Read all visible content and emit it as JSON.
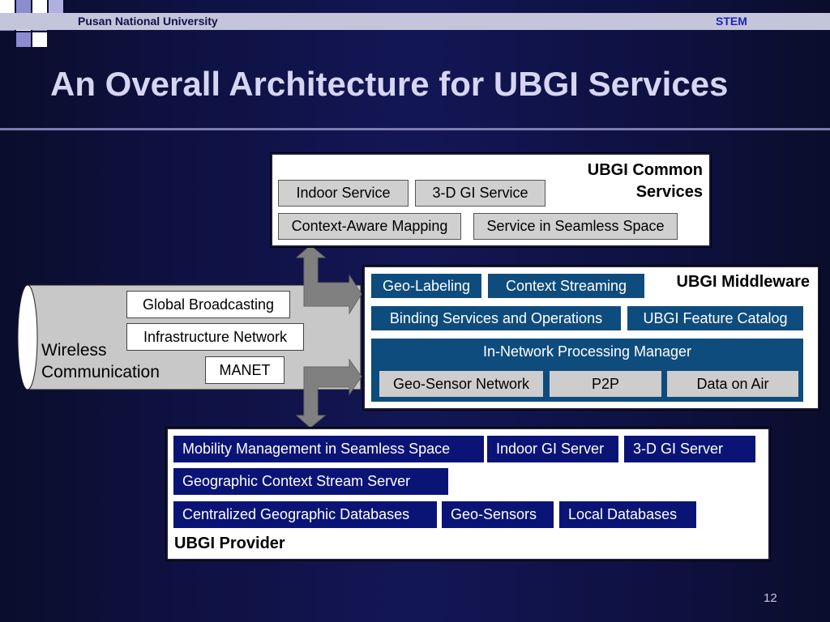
{
  "header": {
    "university": "Pusan National University",
    "stem": "STEM"
  },
  "title": "An Overall Architecture for UBGI Services",
  "common": {
    "title": "UBGI Common Services",
    "items": [
      "Indoor Service",
      "3-D GI Service",
      "Context-Aware Mapping",
      "Service in Seamless Space"
    ]
  },
  "middleware": {
    "title": "UBGI Middleware",
    "items": [
      "Geo-Labeling",
      "Context Streaming",
      "Binding Services and Operations",
      "UBGI Feature Catalog"
    ],
    "processing": {
      "title": "In-Network Processing Manager",
      "items": [
        "Geo-Sensor Network",
        "P2P",
        "Data on Air"
      ]
    }
  },
  "wireless": {
    "label_line1": "Wireless",
    "label_line2": "Communication",
    "items": [
      "Global Broadcasting",
      "Infrastructure Network",
      "MANET"
    ]
  },
  "provider": {
    "title": "UBGI Provider",
    "items": [
      "Mobility Management in Seamless Space",
      "Indoor GI Server",
      "3-D GI Server",
      "Geographic Context Stream Server",
      "Centralized Geographic Databases",
      "Geo-Sensors",
      "Local Databases"
    ]
  },
  "page_number": "12",
  "colors": {
    "navy_box": "#0a1476",
    "blue_box": "#0f4c7e",
    "gray_box": "#d0d0d0",
    "connector": "#808080"
  }
}
